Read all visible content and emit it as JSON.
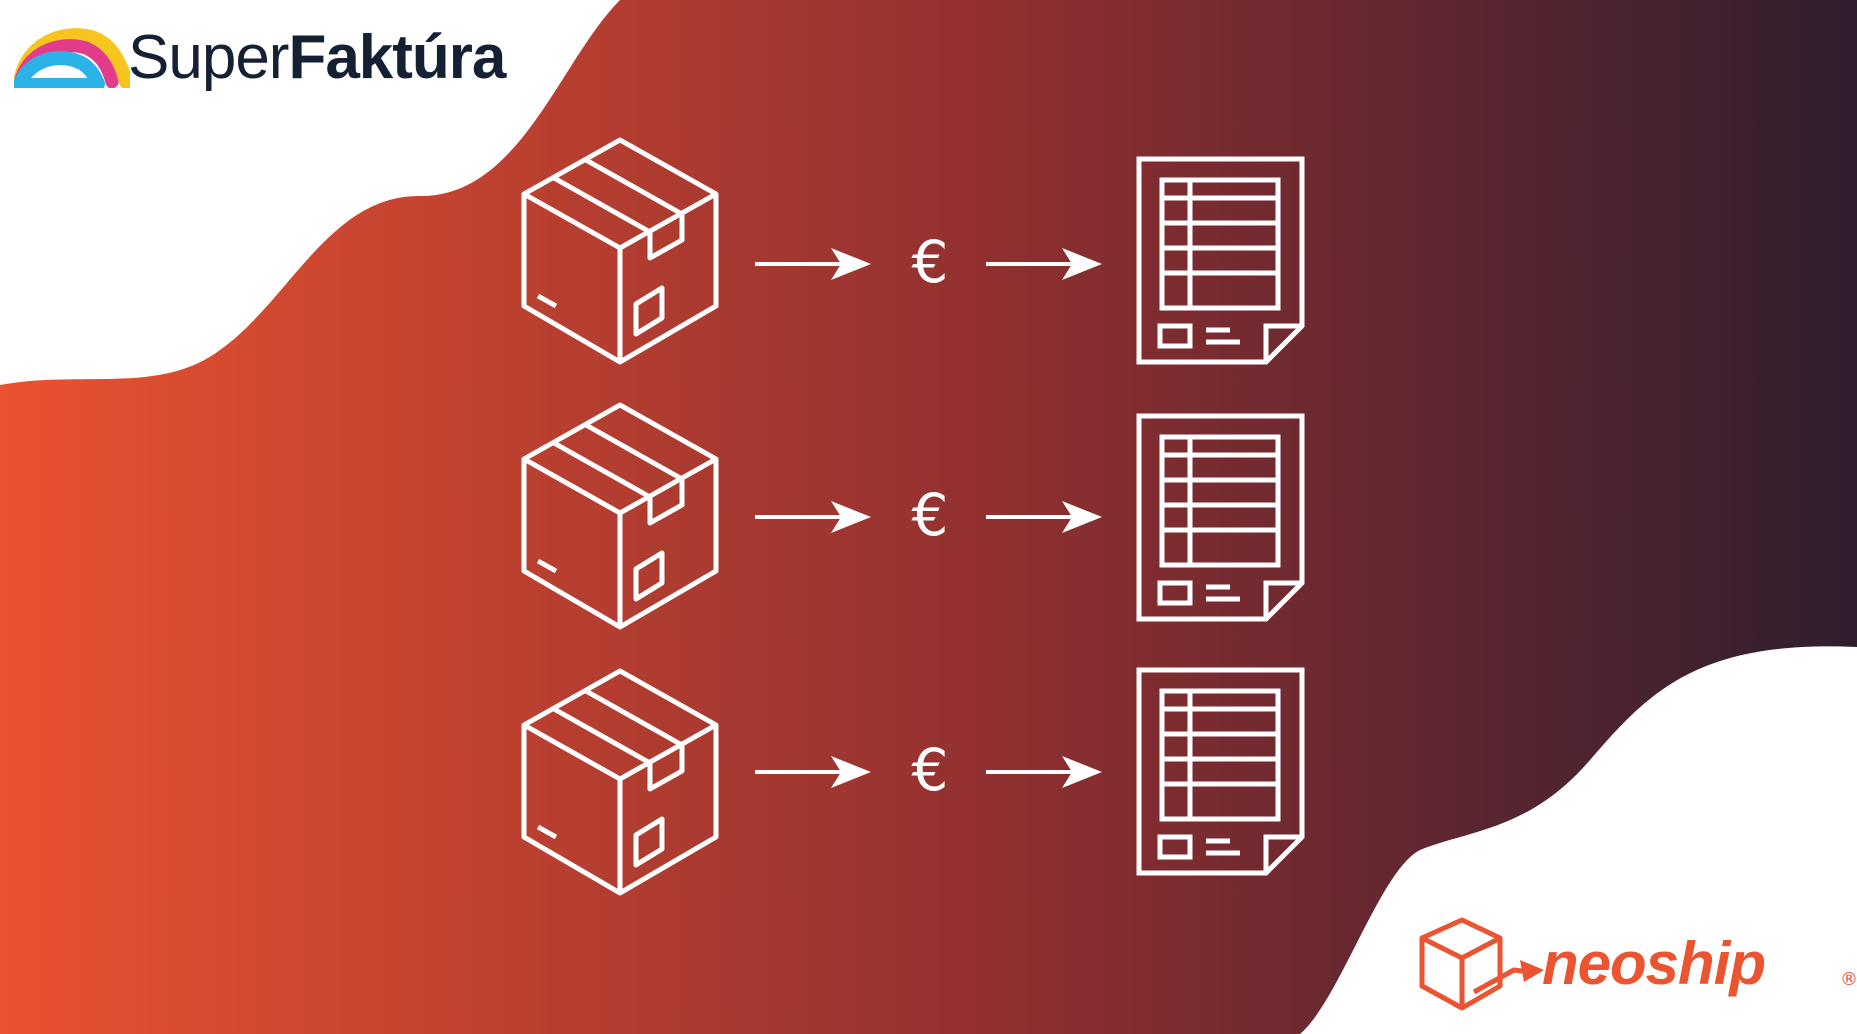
{
  "brand_left": {
    "name_light": "Super",
    "name_bold": "Faktúra"
  },
  "brand_right": {
    "name": "neoship",
    "registered": "®"
  },
  "flow": [
    {
      "currency": "€"
    },
    {
      "currency": "€"
    },
    {
      "currency": "€"
    }
  ],
  "colors": {
    "gradient_start": "#ea5230",
    "gradient_mid": "#8e2f30",
    "gradient_end": "#2f1e2f",
    "icon_stroke": "#ffffff",
    "superfaktura_text": "#142033",
    "neoship_orange": "#ea5430"
  },
  "icons": [
    "package-box-icon",
    "arrow-right-icon",
    "euro-icon",
    "invoice-document-icon",
    "superfaktura-rainbow-logo-icon",
    "neoship-box-logo-icon"
  ]
}
